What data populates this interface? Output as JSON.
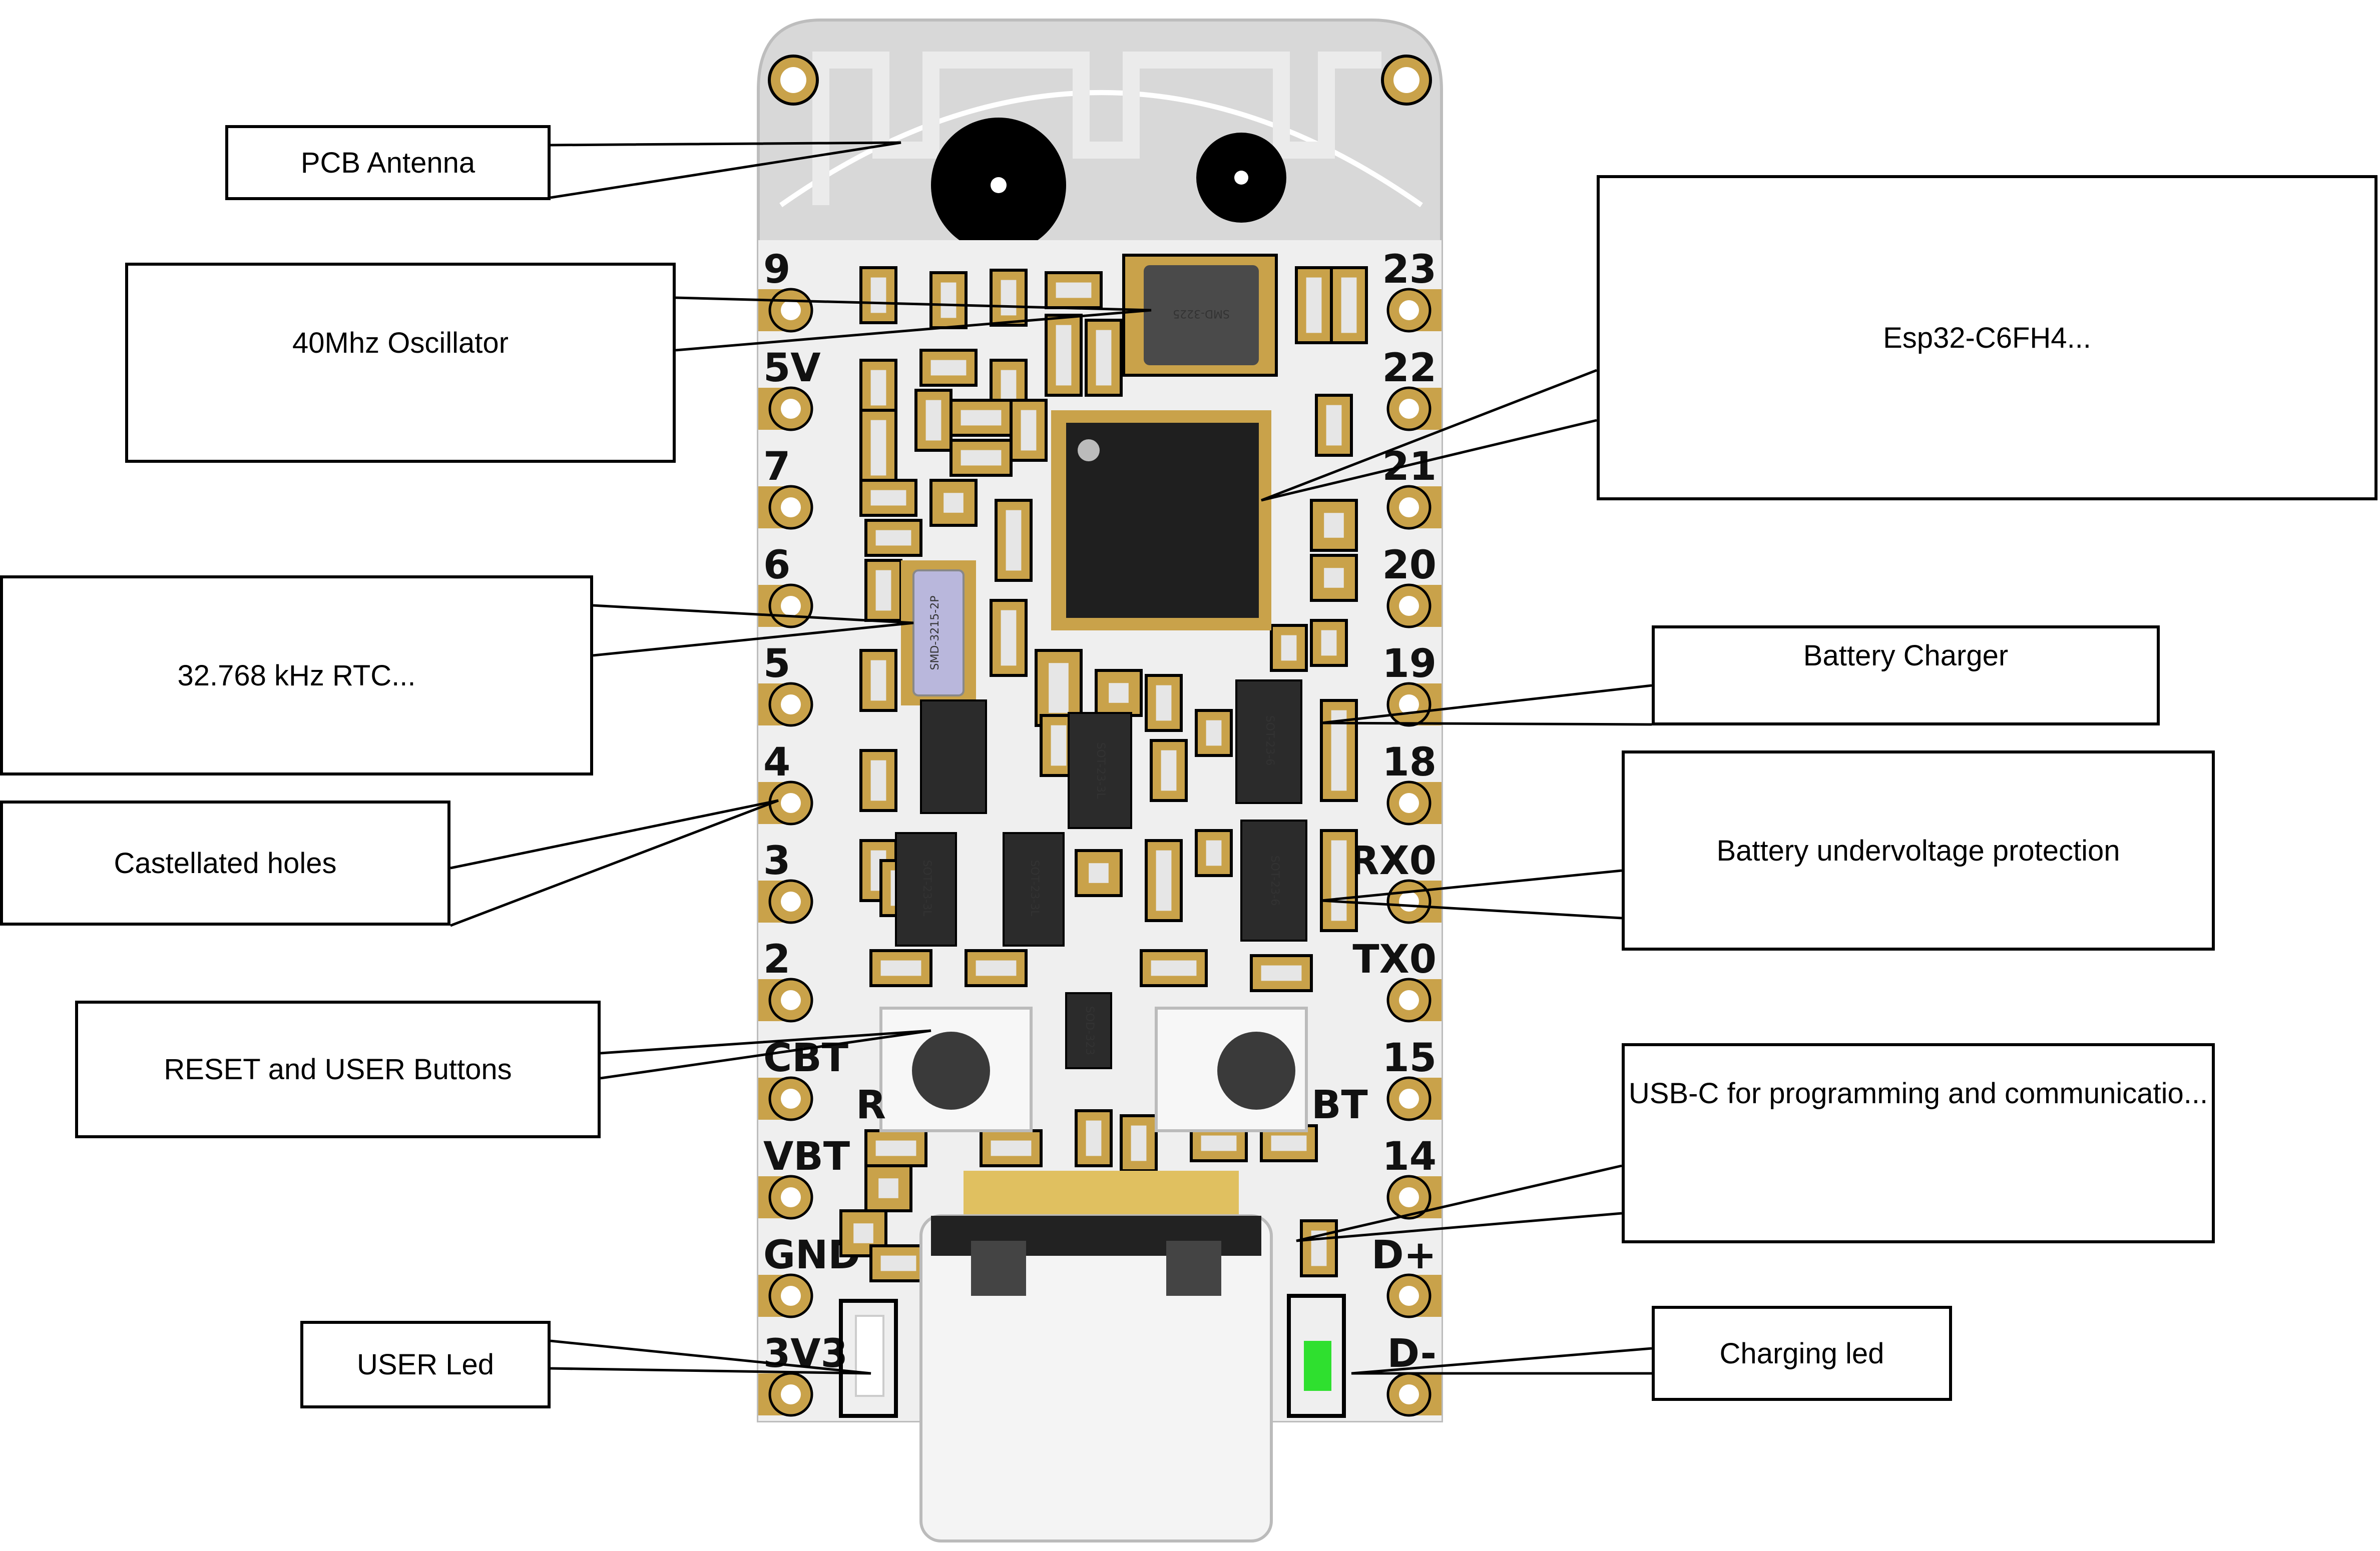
{
  "callouts": [
    {
      "id": "pcb-antenna",
      "label": "PCB Antenna"
    },
    {
      "id": "oscillator-40mhz",
      "label": "40Mhz Oscillator"
    },
    {
      "id": "esp32",
      "label": "Esp32-C6FH4..."
    },
    {
      "id": "rtc",
      "label": "32.768 kHz RTC..."
    },
    {
      "id": "battery-charger",
      "label": "Battery Charger"
    },
    {
      "id": "castellated",
      "label": "Castellated holes"
    },
    {
      "id": "undervoltage",
      "label": "Battery undervoltage protection"
    },
    {
      "id": "buttons",
      "label": "RESET and USER Buttons"
    },
    {
      "id": "usbc",
      "label": "USB-C for programming and communicatio..."
    },
    {
      "id": "user-led",
      "label": "USER Led"
    },
    {
      "id": "charging-led",
      "label": "Charging led"
    }
  ],
  "board": {
    "left_pins": [
      "9",
      "5V",
      "7",
      "6",
      "5",
      "4",
      "3",
      "2",
      "CBT",
      "VBT",
      "GND",
      "3V3"
    ],
    "right_pins": [
      "23",
      "22",
      "21",
      "20",
      "19",
      "18",
      "RX0",
      "TX0",
      "15",
      "14",
      "D+",
      "D-"
    ],
    "button_r": "R",
    "button_bt": "BT",
    "chips": {
      "oscillator": "SMD-3225",
      "rtc": "SMD-3215-2P",
      "sot_a": "SOT-23-3L",
      "sot_b": "SOT-23-3L",
      "sot_c": "SOT-23-3L",
      "sot_d": "SOT-23-6",
      "sot_e": "SOT-23-6",
      "sod": "SOD-323"
    }
  },
  "colors": {
    "board": "#d8d8d8",
    "gold": "#c9a24a",
    "gold_light": "#e2c176",
    "chip": "#2b2b2b",
    "ceramic": "#f2f2f2",
    "led_green": "#2fe02f",
    "outline": "#000000"
  }
}
